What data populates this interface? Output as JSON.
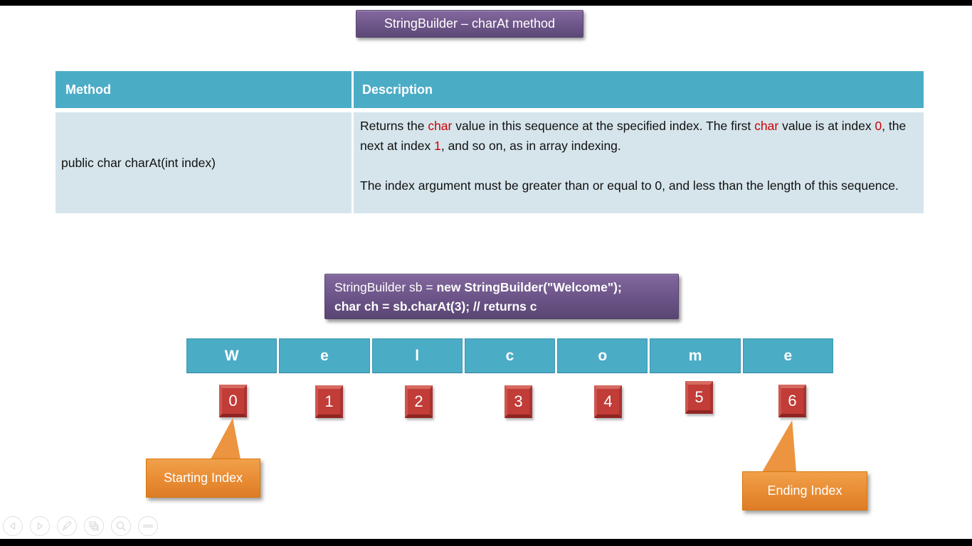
{
  "title": "StringBuilder – charAt method",
  "table": {
    "header": {
      "method": "Method",
      "description": "Description"
    },
    "row": {
      "method": "public char charAt(int index)",
      "p1": {
        "s1": "Returns the ",
        "s2": "char",
        "s3": " value in this sequence at the specified index. The first ",
        "s4": "char",
        "s5": " value is at index ",
        "s6": "0",
        "s7": ", the next at index ",
        "s8": "1",
        "s9": ", and so on, as in array indexing."
      },
      "p2": "The index argument must be greater than or equal to 0, and less than the length of this sequence."
    }
  },
  "code": {
    "line1_normal": "StringBuilder sb = ",
    "line1_bold": "new StringBuilder(\"Welcome\");",
    "line2_bold": "char ch = sb.charAt(3); // returns c"
  },
  "chars": [
    "W",
    "e",
    "l",
    "c",
    "o",
    "m",
    "e"
  ],
  "indices": [
    "0",
    "1",
    "2",
    "3",
    "4",
    "5",
    "6"
  ],
  "callouts": {
    "start": "Starting Index",
    "end": "Ending Index"
  },
  "nav_icons": [
    "previous-slide",
    "next-slide",
    "pen-annotate",
    "see-all-slides",
    "zoom-slide",
    "more-options"
  ],
  "colors": {
    "teal": "#4BACC6",
    "row_fill": "#D6E5EC",
    "purple_top": "#82689d",
    "purple_bottom": "#594672",
    "index_red": "#C23C38",
    "callout_orange": "#EC9440",
    "keyword_red": "#CC0000"
  }
}
